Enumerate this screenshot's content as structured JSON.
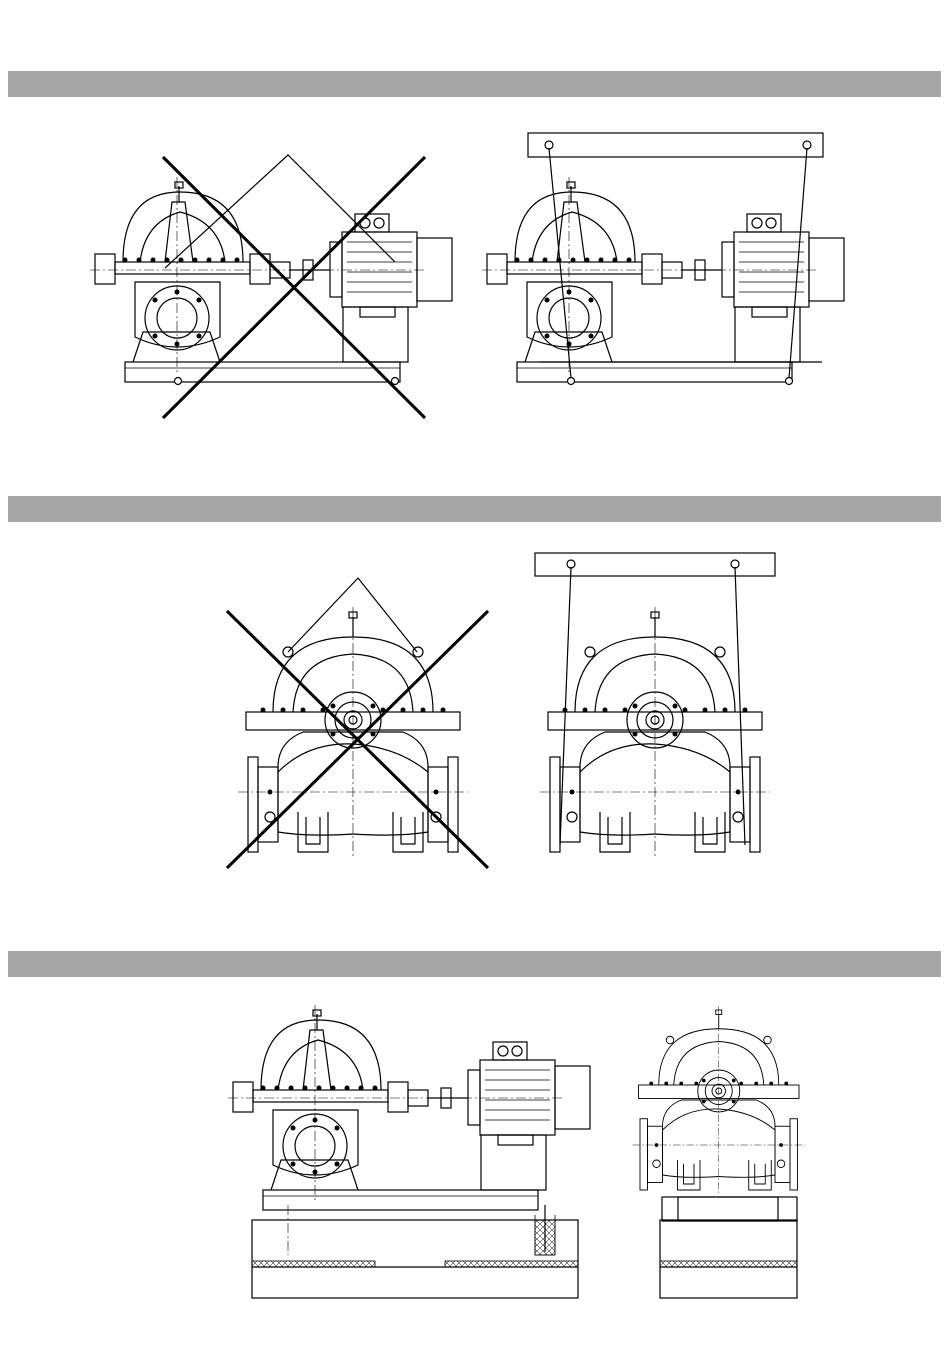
{
  "sections": [
    {
      "id": "lifting-unit",
      "caption": ""
    },
    {
      "id": "lifting-pump",
      "caption": ""
    },
    {
      "id": "installation",
      "caption": ""
    }
  ],
  "colors": {
    "section_bar": "#a6a6a6",
    "line": "#000000",
    "background": "#ffffff"
  },
  "figures": [
    {
      "name": "pump-unit-wrong-lifting",
      "status": "prohibited"
    },
    {
      "name": "pump-unit-correct-lifting",
      "status": "correct"
    },
    {
      "name": "pump-end-view-wrong-lifting",
      "status": "prohibited"
    },
    {
      "name": "pump-end-view-correct-lifting",
      "status": "correct"
    },
    {
      "name": "pump-unit-on-foundation-side-view",
      "status": "reference"
    },
    {
      "name": "pump-unit-on-foundation-end-view",
      "status": "reference"
    }
  ],
  "icons": [
    "cross-out-mark",
    "lifting-beam",
    "lifting-sling"
  ]
}
